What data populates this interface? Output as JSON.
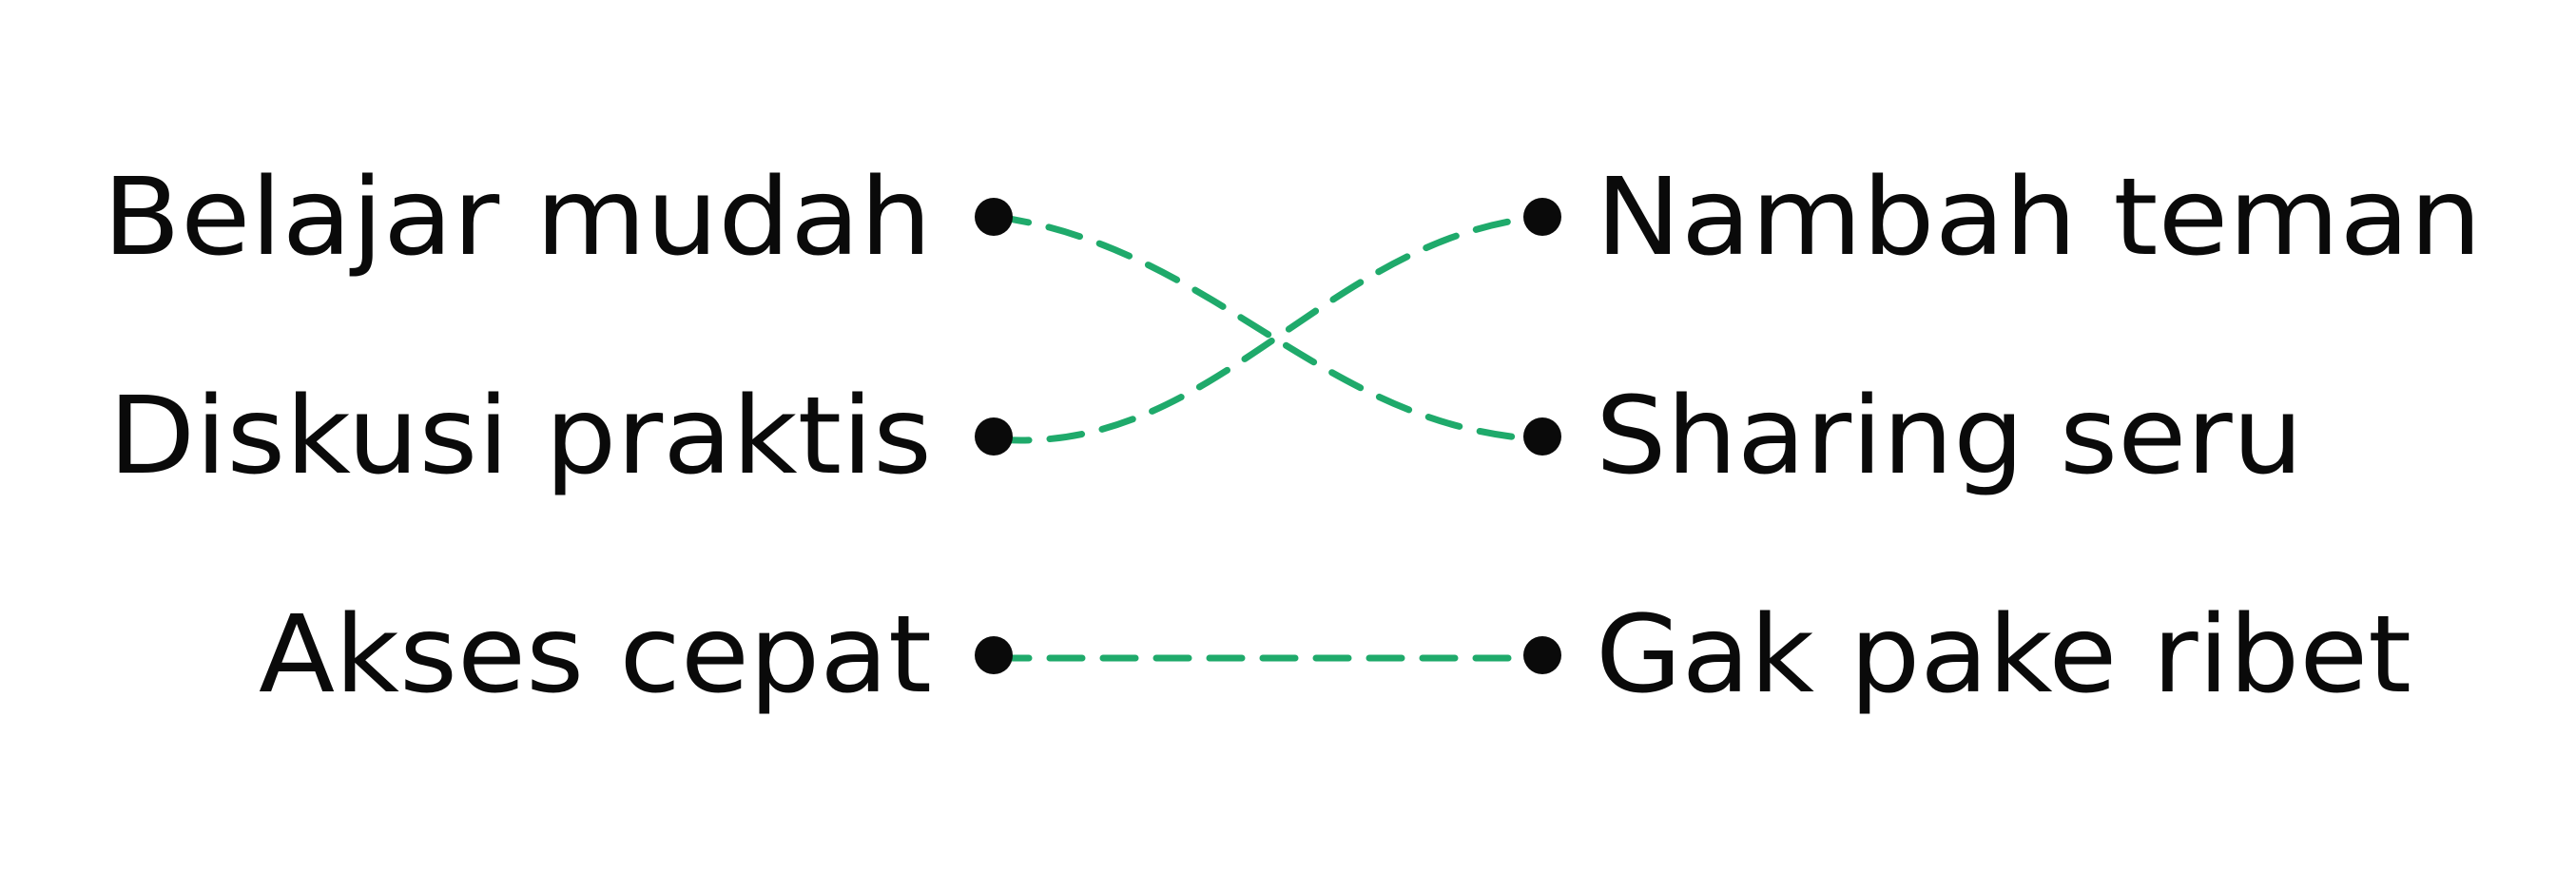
{
  "left_items": [
    {
      "label": "Belajar mudah"
    },
    {
      "label": "Diskusi praktis"
    },
    {
      "label": "Akses cepat"
    }
  ],
  "right_items": [
    {
      "label": "Nambah teman"
    },
    {
      "label": "Sharing seru"
    },
    {
      "label": "Gak pake ribet"
    }
  ],
  "connections": [
    {
      "from": "Belajar mudah",
      "to": "Sharing seru"
    },
    {
      "from": "Diskusi praktis",
      "to": "Nambah teman"
    },
    {
      "from": "Akses cepat",
      "to": "Gak pake ribet"
    }
  ],
  "colors": {
    "connector": "#1faa6b",
    "text": "#0a0a0a",
    "background": "#ffffff"
  }
}
